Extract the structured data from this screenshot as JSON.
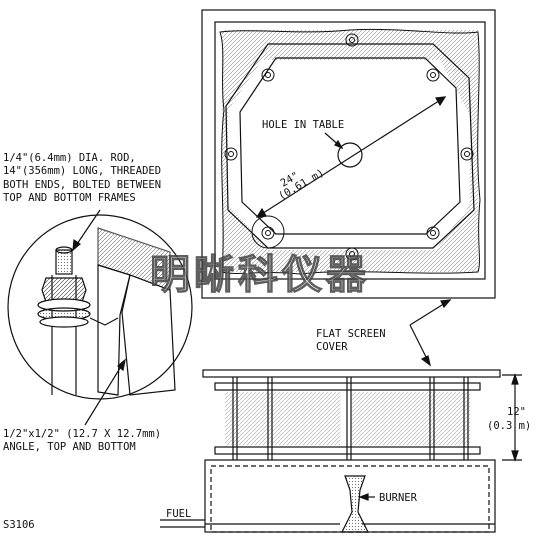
{
  "labels": {
    "hole": "HOLE IN TABLE",
    "dim_diag_1": "24\"",
    "dim_diag_2": "(0.61 m)",
    "rod_1": "1/4\"(6.4mm) DIA. ROD,",
    "rod_2": "14\"(356mm) LONG, THREADED",
    "rod_3": "BOTH ENDS, BOLTED BETWEEN",
    "rod_4": "TOP AND BOTTOM FRAMES",
    "flat_1": "FLAT SCREEN",
    "flat_2": "COVER",
    "dim_h_1": "12\"",
    "dim_h_2": "(0.3 m)",
    "angle_1": "1/2\"x1/2\" (12.7 X 12.7mm)",
    "angle_2": "ANGLE, TOP AND BOTTOM",
    "burner": "BURNER",
    "fuel": "FUEL",
    "fig_id": "S3106"
  },
  "watermark": "明晰科仪器",
  "colors": {
    "line": "#111111",
    "background": "#ffffff"
  }
}
